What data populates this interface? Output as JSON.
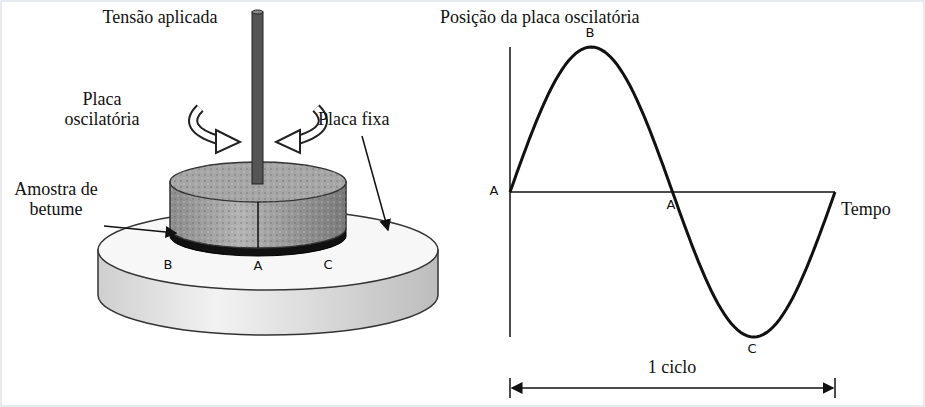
{
  "diagram": {
    "labels": [
      "Tensão aplicada",
      "Placa oscilatória",
      "Amostra de betume",
      "Placa fixa",
      "B",
      "A",
      "C",
      "Posição da placa oscilatória",
      "B",
      "A",
      "A",
      "C",
      "Tempo",
      "1 ciclo"
    ]
  }
}
